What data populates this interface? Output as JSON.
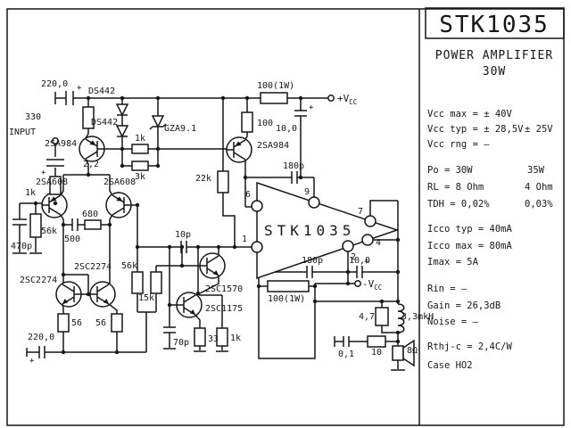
{
  "title_block": {
    "title": "STK1035",
    "subtitle": "POWER AMPLIFIER",
    "power": "30W"
  },
  "specs": {
    "rows": [
      {
        "left": "Vcc max = ± 40V"
      },
      {
        "left": "Vcc typ = ± 28,5V",
        "right": "± 25V"
      },
      {
        "left": "Vcc rng =  –"
      },
      {
        "left": "Po  = 30W",
        "right": "35W"
      },
      {
        "left": "RL  = 8 Ohm",
        "right": "4 Ohm"
      },
      {
        "left": "TDH = 0,02%",
        "right": "0,03%"
      },
      {
        "left": "Icco typ = 40mA"
      },
      {
        "left": "Icco max = 80mA"
      },
      {
        "left": "Imax  =  5A"
      },
      {
        "left": "Rin   =  –"
      },
      {
        "left": "Gain  = 26,3dB"
      },
      {
        "left": "Noise =   –"
      },
      {
        "left": "Rthj-c = 2,4C/W"
      },
      {
        "left": "Case    HO2"
      }
    ]
  },
  "sch": {
    "input": "INPUT",
    "plus": "+",
    "c_ripple": "220,0",
    "r_330": "330",
    "d_a": "DS442",
    "d_b": "DS442",
    "dz": "GZA9.1",
    "r_1k_bias": "1k",
    "r_3k": "3k",
    "q1": "2SA984",
    "c_in": "2,2",
    "r_1k_in": "1k",
    "q2": "2SA608",
    "q3": "2SA608",
    "r_680": "680",
    "c_500": "500",
    "r_56k_in": "56k",
    "c_470p": "470p",
    "r_22k": "22k",
    "r_100": "100",
    "q8": "2SA984",
    "r_100w_top": "100(1W)",
    "c_10_top": "10,0",
    "c_180_top": "180p",
    "q4": "2SC2274",
    "q5": "2SC2274",
    "r_56_a": "56",
    "r_56_b": "56",
    "c_220_bot": "220,0",
    "r_56k_fb": "56k",
    "r_15k": "15k",
    "c_10p": "10p",
    "q6": "2SC1570",
    "q7": "2SC1175",
    "c_70p": "70p",
    "r_33": "33",
    "r_1k_e": "1k",
    "r_100w_bot": "100(1W)",
    "c_180_bot": "180p",
    "c_10_bot": "10,0",
    "r_47": "4,7",
    "l_coil": "3,3mkH",
    "c_01": "0,1",
    "r_10": "10",
    "spk": "8Ω",
    "ic": {
      "name": "STK1035",
      "p6": "6",
      "p1": "1",
      "p9": "9",
      "p2": "2",
      "p7": "7",
      "p4": "4"
    },
    "vpos_main": "+V",
    "vpos_sub": "CC",
    "vneg_main": "-V",
    "vneg_sub": "CC"
  }
}
